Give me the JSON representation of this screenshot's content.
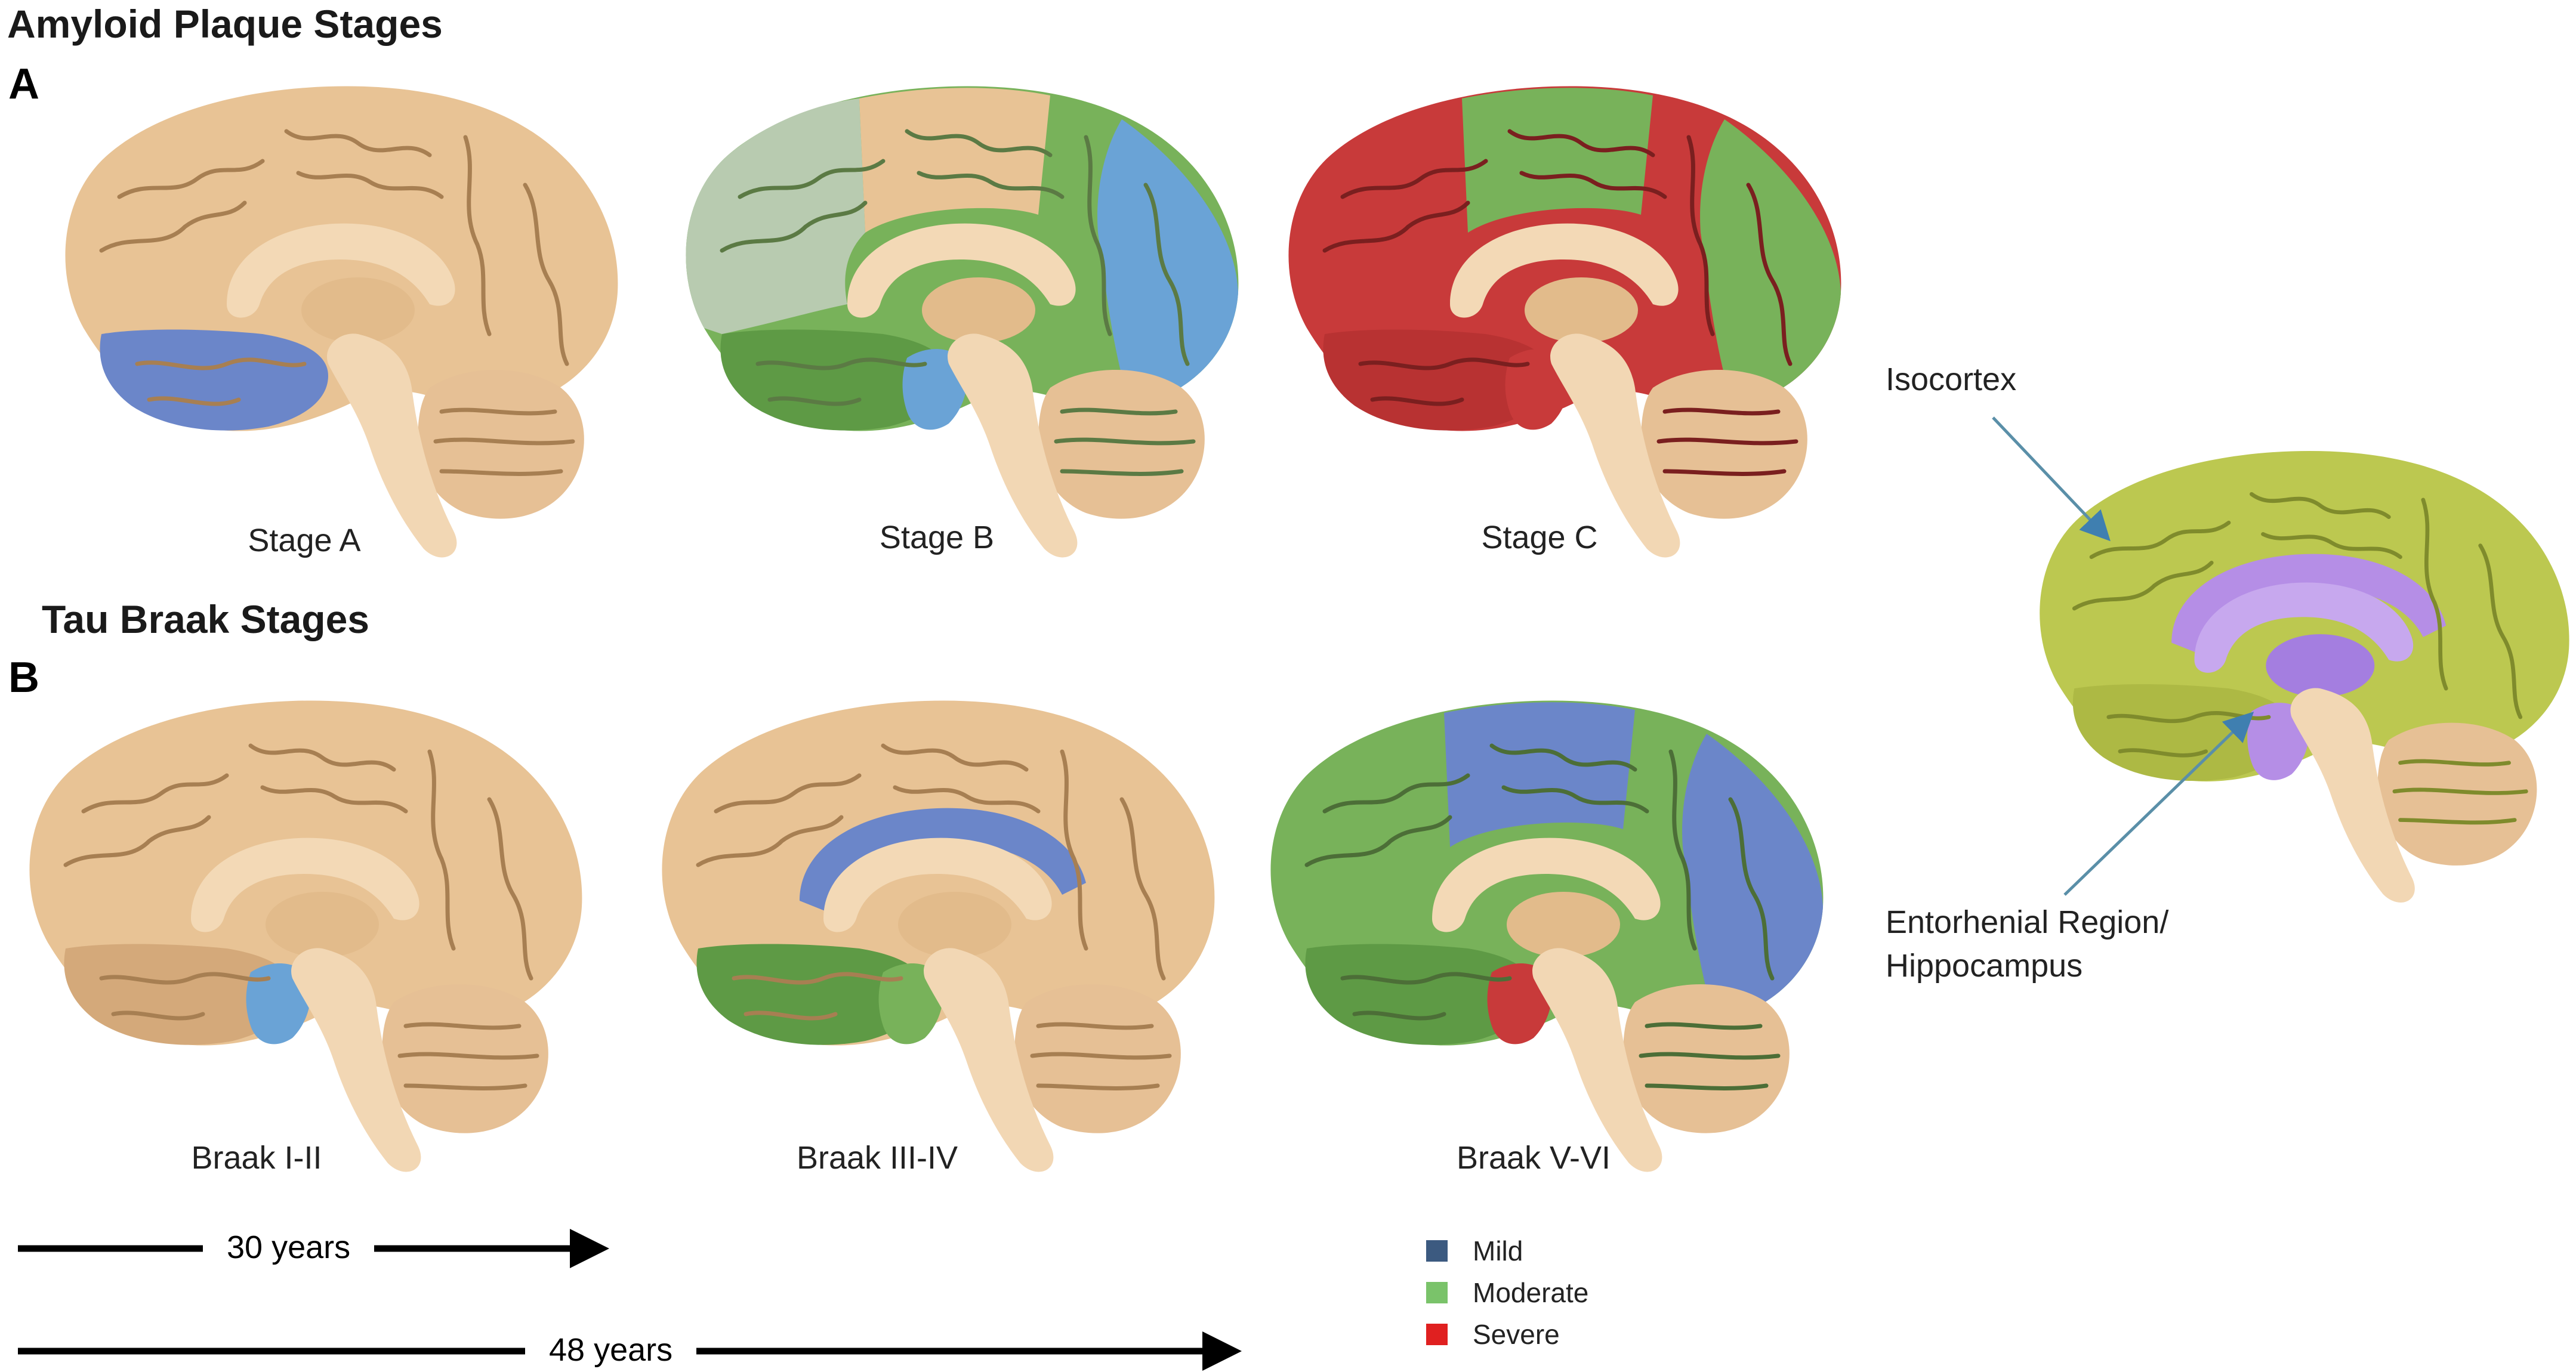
{
  "headings": {
    "amyloid": "Amyloid Plaque Stages",
    "tau": "Tau Braak Stages",
    "panel_a": "A",
    "panel_b": "B"
  },
  "captions": {
    "stage_a": "Stage A",
    "stage_b": "Stage B",
    "stage_c": "Stage C",
    "braak_1": "Braak I-II",
    "braak_2": "Braak III-IV",
    "braak_3": "Braak V-VI"
  },
  "anatomy": {
    "isocortex": "Isocortex",
    "entorhinal_line1": "Entorhenial Region/",
    "entorhinal_line2": "Hippocampus"
  },
  "legend": [
    {
      "label": "Mild",
      "color": "#3c5a80"
    },
    {
      "label": "Moderate",
      "color": "#7ac36a"
    },
    {
      "label": "Severe",
      "color": "#e02020"
    }
  ],
  "timelines": {
    "short": "30 years",
    "long": "48 years"
  },
  "colors": {
    "brain_base": "#e8c395",
    "brain_fold": "#a77f52",
    "mild_blue": "#6b86c9",
    "light_blue": "#6aa3d6",
    "moderate_green": "#78b25a",
    "pale_green": "#b8cbb0",
    "severe_red": "#c83a3a",
    "isocortex_yellow": "#bcc850",
    "hippocampus_purple": "#b58ee6",
    "brainstem": "#f2d7b4",
    "cerebellum": "#e6c095"
  }
}
